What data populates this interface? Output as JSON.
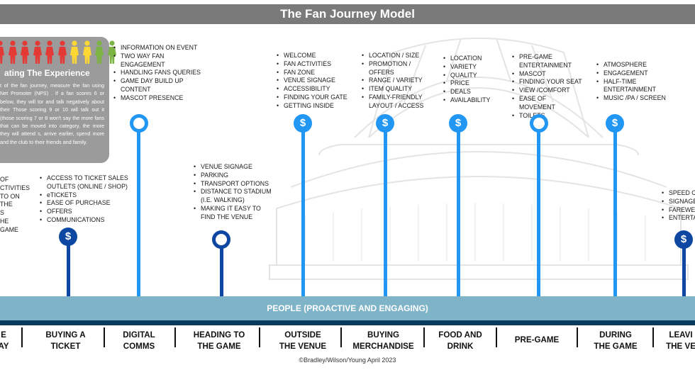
{
  "title": "The Fan Journey Model",
  "info_box": {
    "heading": "ating The Experience",
    "body": "t of the fan journey, measure the fan using Net Promoter (NPS) . If a fan scores 6 or below, they will tor and talk negatively about their Those scoring 9 or 10 will talk out it (those scoring 7 or 8 won't say the more fans that can be moved into category, the more they will attend s, arrive earlier, spend more and the club to their friends and family.",
    "figure_colors": [
      "#e53935",
      "#e53935",
      "#e53935",
      "#e53935",
      "#e53935",
      "#e53935",
      "#fdd835",
      "#fdd835",
      "#7cb342",
      "#7cb342"
    ]
  },
  "upper_lists": {
    "info": [
      "INFORMATION ON EVENT",
      "TWO WAY FAN\nENGAGEMENT",
      "HANDLING FANS QUERIES",
      "GAME DAY BUILD UP\nCONTENT",
      "MASCOT PRESENCE"
    ],
    "outside": [
      "WELCOME",
      "FAN ACTIVITIES",
      "FAN ZONE",
      "VENUE SIGNAGE",
      "ACCESSIBILITY",
      "FINDING YOUR GATE",
      "GETTING INSIDE"
    ],
    "merch": [
      "LOCATION / SIZE",
      "PROMOTION /\nOFFERS",
      "RANGE / VARIETY",
      "ITEM QUALITY",
      "FAMILY-FRIENDLY\nLAYOUT / ACCESS"
    ],
    "food": [
      "LOCATION",
      "VARIETY",
      "QUALITY",
      "PRICE",
      "DEALS",
      "AVAILABILITY"
    ],
    "pregame": [
      "PRE-GAME\nENTERTAINMENT",
      "MASCOT",
      "FINDING YOUR SEAT",
      "VIEW /COMFORT",
      "EASE OF MOVEMENT",
      "TOILETS"
    ],
    "during": [
      "ATMOSPHERE",
      "ENGAGEMENT",
      "HALF-TIME\nENTERTAINMENT",
      "MUSIC /PA / SCREEN"
    ]
  },
  "lower_lists": {
    "matchday_partial": [
      "OF\nCTIVITIES\nTO ON THE",
      "S\nHE GAME"
    ],
    "ticket": [
      "ACCESS TO TICKET SALES\nOUTLETS (ONLINE / SHOP)",
      "eTICKETS",
      "EASE OF PURCHASE",
      "OFFERS",
      "COMMUNICATIONS"
    ],
    "heading": [
      "VENUE SIGNAGE",
      "PARKING",
      "TRANSPORT OPTIONS",
      "DISTANCE TO STADIUM\n(I.E. WALKING)",
      "MAKING IT EASY TO\nFIND THE VENUE"
    ],
    "leaving": [
      "SPEED O",
      "SIGNAGE",
      "FAREWEL",
      "ENTERTA"
    ]
  },
  "dollar_symbol": "$",
  "people_band": "PEOPLE (PROACTIVE AND  ENGAGING)",
  "stages": [
    "E\nAY",
    "BUYING A\nTICKET",
    "DIGITAL\nCOMMS",
    "HEADING TO\nTHE GAME",
    "OUTSIDE\nTHE VENUE",
    "BUYING\nMERCHANDISE",
    "FOOD AND\nDRINK",
    "PRE-GAME",
    "DURING\nTHE GAME",
    "LEAVI\nTHE VE"
  ],
  "copyright": "©Bradley/Wilson/Young April 2023",
  "colors": {
    "title_bar": "#7a7a7a",
    "light_blue": "#2196f3",
    "dark_blue": "#0d47a1",
    "band": "#7fb3c8",
    "strip": "#0a3a5c",
    "box": "#9b9b9b"
  }
}
